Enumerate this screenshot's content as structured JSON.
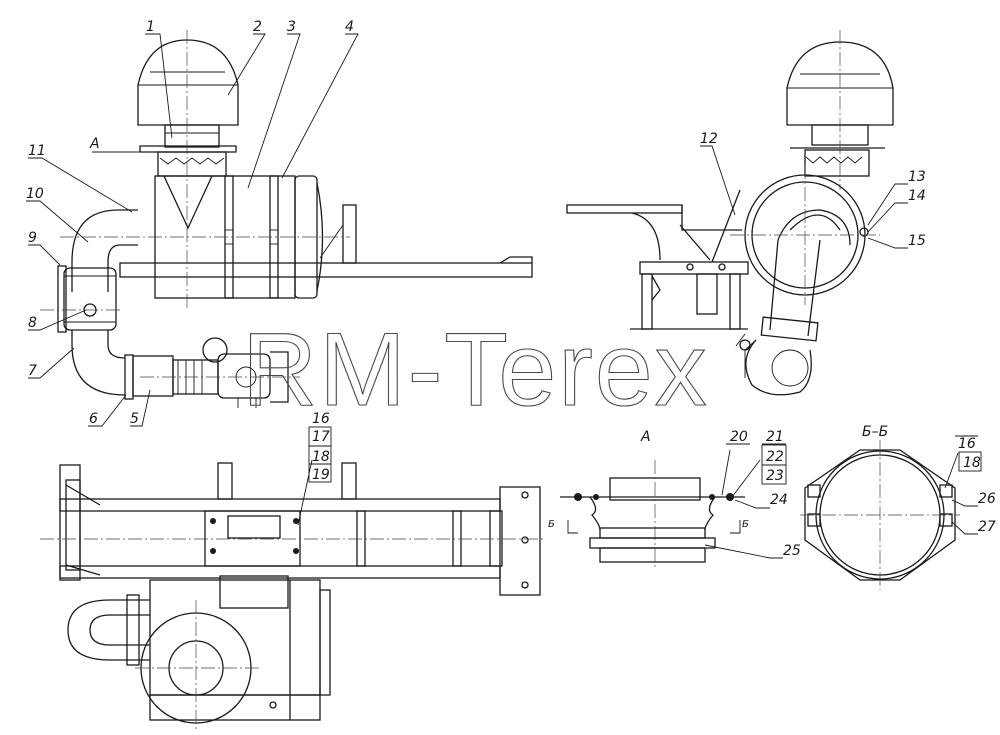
{
  "watermark": "RM-Terex",
  "view_labels": {
    "detail": "А",
    "section": "Б–Б",
    "cut_mark": "Б"
  },
  "callouts": [
    "1",
    "2",
    "3",
    "4",
    "5",
    "6",
    "7",
    "8",
    "9",
    "10",
    "11",
    "12",
    "13",
    "14",
    "15",
    "16",
    "17",
    "18",
    "19",
    "20",
    "21",
    "22",
    "23",
    "24",
    "25",
    "26",
    "27",
    "16",
    "18"
  ]
}
